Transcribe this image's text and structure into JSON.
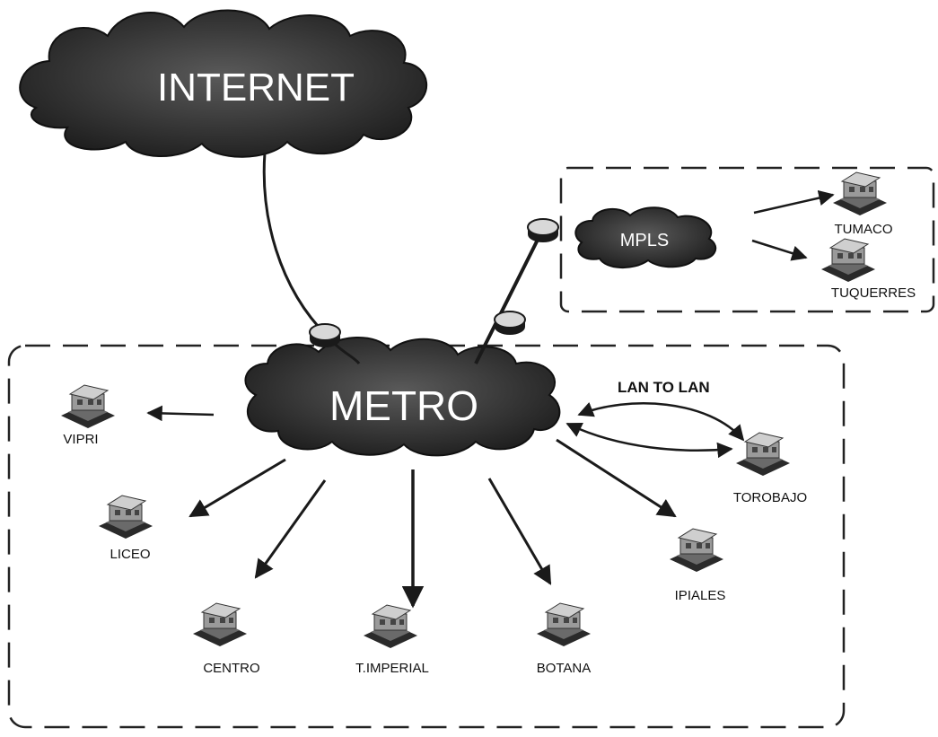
{
  "clouds": {
    "internet": "INTERNET",
    "metro": "METRO",
    "mpls": "MPLS"
  },
  "link_label": "LAN TO LAN",
  "sites": {
    "tumaco": "TUMACO",
    "tuquerres": "TUQUERRES",
    "vipri": "VIPRI",
    "liceo": "LICEO",
    "centro": "CENTRO",
    "timperial": "T.IMPERIAL",
    "botana": "BOTANA",
    "ipiales": "IPIALES",
    "torobajo": "TOROBAJO"
  },
  "colors": {
    "cloud_fill": "#2b2b2b",
    "line": "#1a1a1a"
  }
}
